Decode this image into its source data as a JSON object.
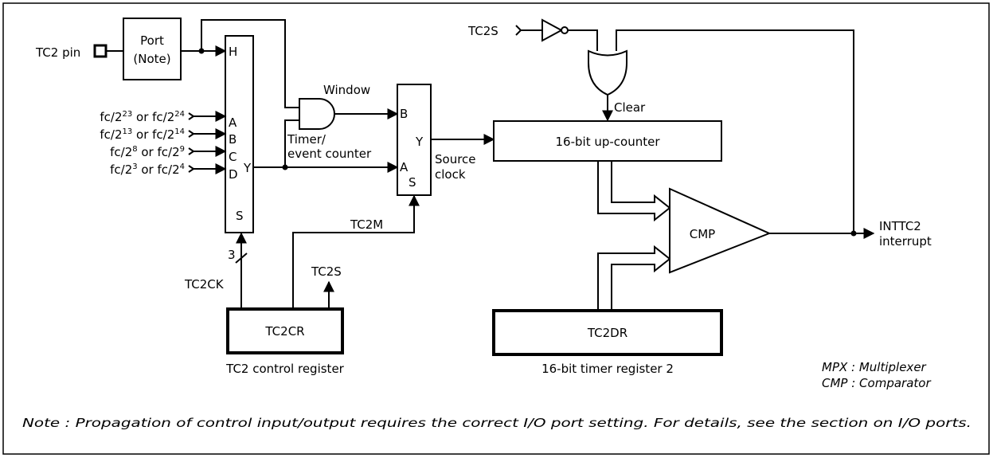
{
  "diagram": {
    "pin_label": "TC2 pin",
    "port_box": [
      "Port",
      "(Note)"
    ],
    "mux1": {
      "in_h": "H",
      "in_a": "A",
      "in_b": "B",
      "in_c": "C",
      "in_d": "D",
      "out_y": "Y",
      "sel_s": "S"
    },
    "clock_sources": [
      {
        "base": "fc/2",
        "e1": "23",
        "mid": " or fc/2",
        "e2": "24"
      },
      {
        "base": "fc/2",
        "e1": "13",
        "mid": " or fc/2",
        "e2": "14"
      },
      {
        "base": "fc/2",
        "e1": "8",
        "mid": " or fc/2",
        "e2": "9"
      },
      {
        "base": "fc/2",
        "e1": "3",
        "mid": " or fc/2",
        "e2": "4"
      }
    ],
    "window_label": "Window",
    "timer_event_label": [
      "Timer/",
      "event counter"
    ],
    "mux2": {
      "in_b": "B",
      "in_a": "A",
      "out_y": "Y",
      "sel_s": "S"
    },
    "source_clock_label": [
      "Source",
      "clock"
    ],
    "tc2m_label": "TC2M",
    "bus_width": "3",
    "tc2ck_label": "TC2CK",
    "tc2s_out_label": "TC2S",
    "tc2cr_box": "TC2CR",
    "tc2cr_caption": "TC2 control register",
    "tc2s_in_label": "TC2S",
    "clear_label": "Clear",
    "counter_box": "16-bit up-counter",
    "cmp_label": "CMP",
    "tc2dr_box": "TC2DR",
    "tc2dr_caption": "16-bit timer register 2",
    "interrupt_label": [
      "INTTC2",
      "interrupt"
    ],
    "legend": [
      "MPX : Multiplexer",
      "CMP : Comparator"
    ],
    "note": "Note :   Propagation of control input/output requires the correct I/O port setting. For details, see the section on I/O ports."
  }
}
